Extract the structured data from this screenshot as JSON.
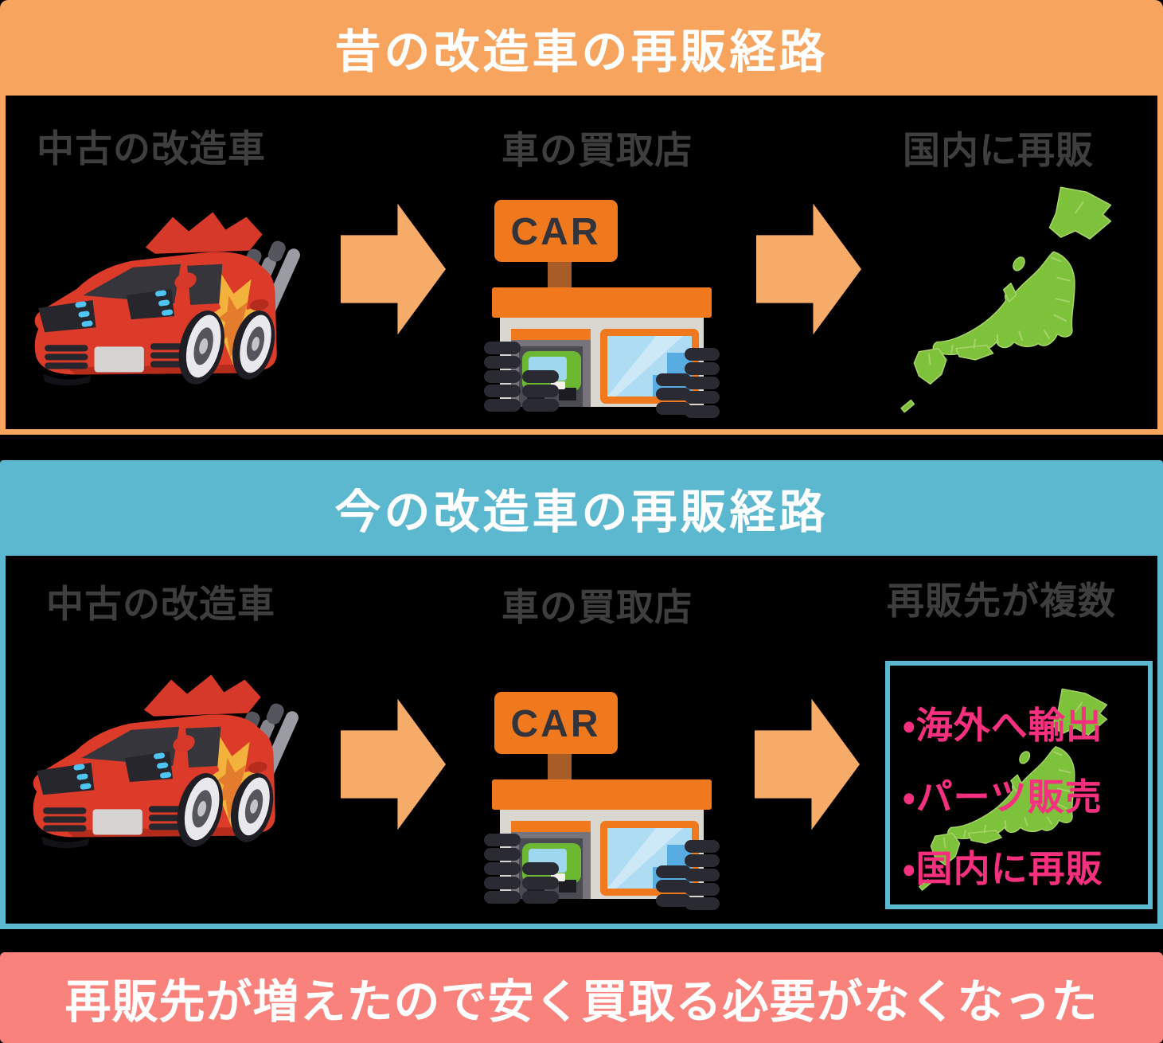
{
  "colors": {
    "background": "#000000",
    "old_header_orange": "#F6A45E",
    "new_header_blue": "#5BB8CE",
    "footer_salmon": "#F9827D",
    "destination_pink": "#F5317F",
    "step_label_gray": "#3E3E3E",
    "arrow_orange": "#F6AB68",
    "map_green": "#7EC23B",
    "shop_orange": "#F0791D",
    "car_red": "#DC3B2A"
  },
  "old_route": {
    "title": "昔の改造車の再販経路",
    "steps": [
      {
        "label": "中古の改造車"
      },
      {
        "label": "車の買取店"
      },
      {
        "label": "国内に再販"
      }
    ]
  },
  "new_route": {
    "title": "今の改造車の再販経路",
    "steps": [
      {
        "label": "中古の改造車"
      },
      {
        "label": "車の買取店"
      },
      {
        "label": "再販先が複数"
      }
    ],
    "destinations": [
      "・海外へ輸出",
      "・パーツ販売",
      "・国内に再販"
    ]
  },
  "shop_sign": "CAR",
  "footer": "再販先が増えたので安く買取る必要がなくなった",
  "icons": {
    "car": "modified-car-illustration",
    "shop": "car-purchase-shop-illustration",
    "map": "japan-map-illustration",
    "arrow": "arrow-right-icon"
  }
}
